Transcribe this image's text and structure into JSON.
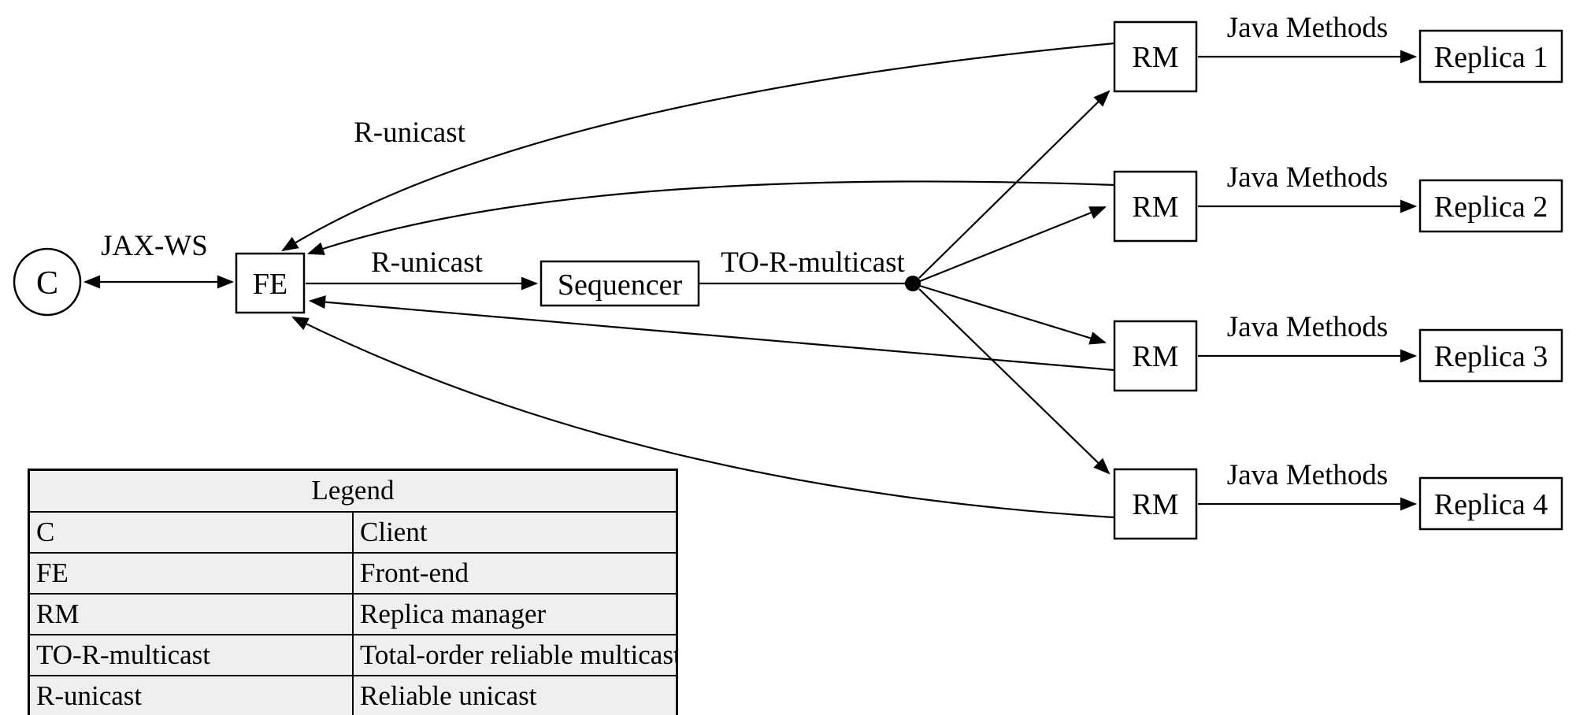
{
  "diagram": {
    "nodes": {
      "client": "C",
      "frontend": "FE",
      "sequencer": "Sequencer",
      "rm": "RM",
      "replicas": [
        "Replica 1",
        "Replica 2",
        "Replica 3",
        "Replica 4"
      ]
    },
    "edges": {
      "jax_ws": "JAX-WS",
      "r_unicast": "R-unicast",
      "to_r_multicast": "TO-R-multicast",
      "java_methods": "Java Methods"
    }
  },
  "legend": {
    "title": "Legend",
    "rows": [
      {
        "key": "C",
        "value": "Client"
      },
      {
        "key": "FE",
        "value": "Front-end"
      },
      {
        "key": "RM",
        "value": "Replica manager"
      },
      {
        "key": "TO-R-multicast",
        "value": "Total-order reliable multicast"
      },
      {
        "key": "R-unicast",
        "value": "Reliable unicast"
      }
    ]
  },
  "colors": {
    "ink": "#000000",
    "background": "#ffffff",
    "legend_fill": "#efefef"
  }
}
